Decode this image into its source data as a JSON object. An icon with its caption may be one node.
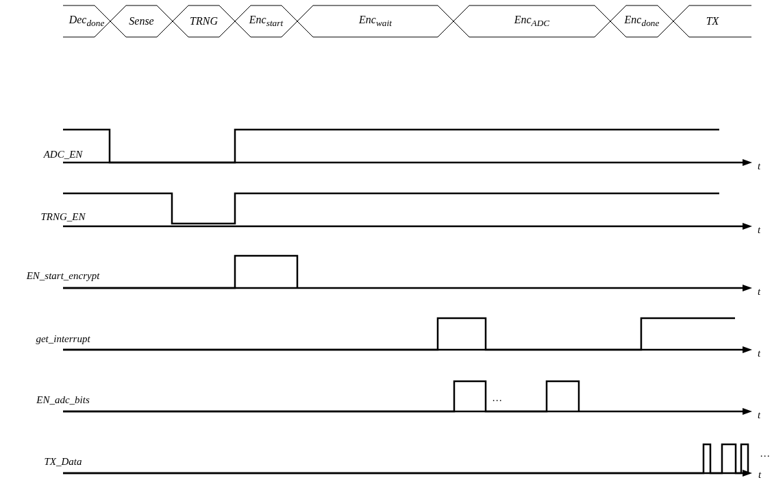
{
  "diagram": {
    "nodes": [
      {
        "text": [
          "Dec$_{done}$"
        ]
      },
      {
        "text": [
          "Sense"
        ]
      },
      {
        "text": [
          "TRNG"
        ]
      },
      {
        "text": [
          "Enc$_{start}$"
        ]
      },
      {
        "text": [
          "Enc$_{wait}$"
        ]
      },
      {
        "text": [
          "Enc$_{ADC}$"
        ]
      },
      {
        "text": [
          "Enc$_{done}$"
        ]
      },
      {
        "text": [
          "TX"
        ]
      }
    ],
    "labels": [
      "ADC_EN",
      "t",
      "TRNG_EN",
      "t",
      "EN_start_encrypt",
      "t",
      "get_interrupt",
      "t",
      "EN_adc_bits",
      "…",
      "t",
      "TX_Data",
      "…",
      "t"
    ]
  }
}
